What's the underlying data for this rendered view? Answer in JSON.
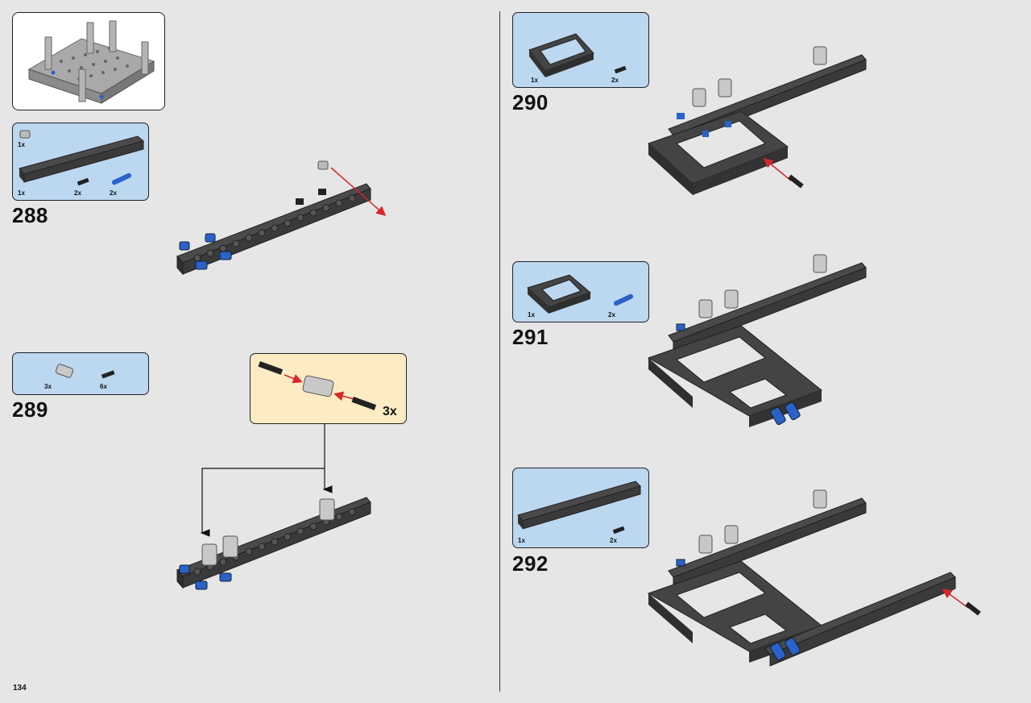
{
  "page_number": "134",
  "colors": {
    "background": "#e6e6e6",
    "callout_blue": "#bcd7f0",
    "callout_yellow": "#fcebc3",
    "arrow_red": "#d8262b",
    "beam_dark": "#3a3a3a",
    "pin_blue": "#2a62c9",
    "bush_grey": "#c8c8c8"
  },
  "steps": [
    {
      "number": "288",
      "parts": [
        {
          "name": "bush-grey",
          "qty": "1x"
        },
        {
          "name": "beam-15-dark",
          "qty": "1x"
        },
        {
          "name": "pin-black",
          "qty": "2x"
        },
        {
          "name": "axle-pin-blue",
          "qty": "2x"
        }
      ]
    },
    {
      "number": "289",
      "parts": [
        {
          "name": "connector-grey",
          "qty": "3x"
        },
        {
          "name": "pin-black",
          "qty": "6x"
        }
      ],
      "subassembly_multiplier": "3x"
    },
    {
      "number": "290",
      "parts": [
        {
          "name": "frame-5x7-dark",
          "qty": "1x"
        },
        {
          "name": "pin-black",
          "qty": "2x"
        }
      ]
    },
    {
      "number": "291",
      "parts": [
        {
          "name": "frame-5x7-dark",
          "qty": "1x"
        },
        {
          "name": "axle-pin-blue",
          "qty": "2x"
        }
      ]
    },
    {
      "number": "292",
      "parts": [
        {
          "name": "beam-15-dark",
          "qty": "1x"
        },
        {
          "name": "pin-black",
          "qty": "2x"
        }
      ]
    }
  ]
}
